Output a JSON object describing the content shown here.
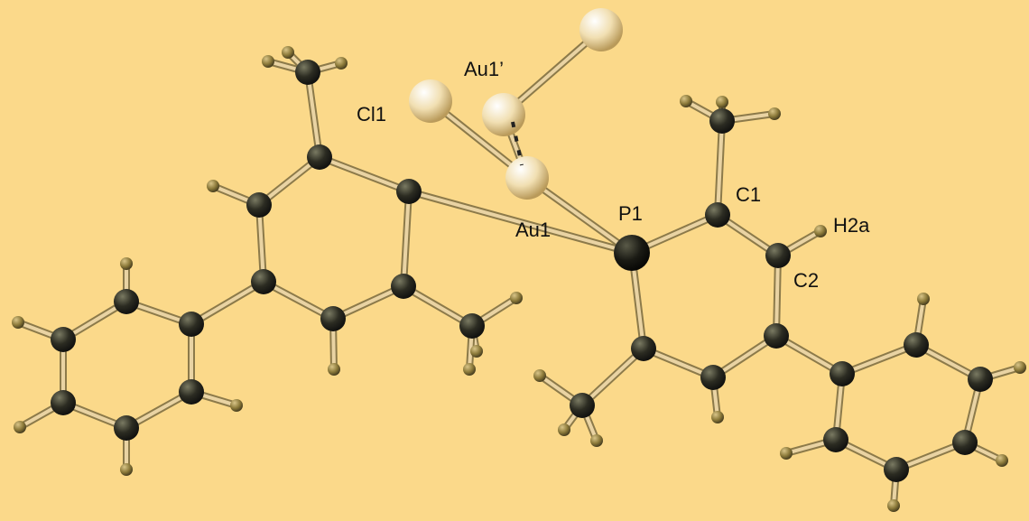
{
  "labels": {
    "cl1": "Cl1",
    "au1p": "Au1’",
    "au1": "Au1",
    "p1": "P1",
    "c1": "C1",
    "c2": "C2",
    "h2a": "H2a"
  },
  "colors": {
    "background": "#fbd98a",
    "carbon": "#2c2c22",
    "phosphorus": "#1a1a14",
    "hydrogen": "#8c7a3a",
    "gold": "#f1dfb2",
    "chlorine": "#f1dfb2",
    "bond": "#e9d3a3"
  }
}
